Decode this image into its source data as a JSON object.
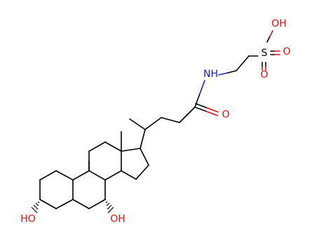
{
  "colors": {
    "background": "#ffffff",
    "bond": "#000000",
    "oxygen": "#e01010",
    "nitrogen": "#2020c0"
  },
  "labels": {
    "sulfonic_oh": "OH",
    "sulfur": "S",
    "sulfonyl_o_right": "O",
    "sulfonyl_o_bottom": "O",
    "amide_nh": "NH",
    "amide_o": "O",
    "hydroxyl_3": "HO",
    "hydroxyl_7": "OH"
  }
}
